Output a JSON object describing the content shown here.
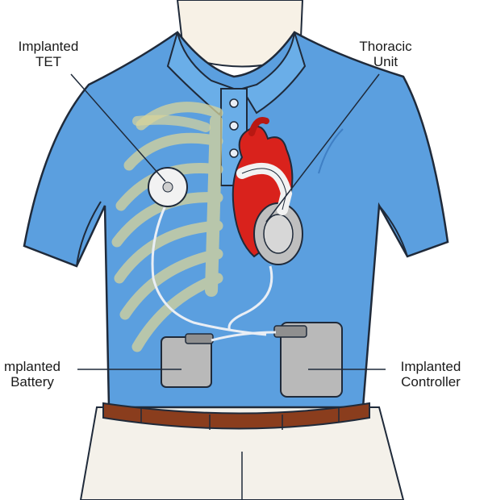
{
  "labels": {
    "tet": [
      "Implanted",
      "TET"
    ],
    "thoracic": [
      "Thoracic",
      "Unit"
    ],
    "battery": [
      "mplanted",
      "Battery"
    ],
    "controller": [
      "Implanted",
      "Controller"
    ]
  },
  "colors": {
    "shirt": "#5b9fdf",
    "shirt_shade": "#3f7fc4",
    "outline": "#1f2a3a",
    "skin": "#f7f1e6",
    "ribs": "#d8d49a",
    "heart": "#d9221c",
    "device_metal": "#b9b9b9",
    "belt": "#8a3d1d",
    "pants": "#f4f1ea"
  }
}
